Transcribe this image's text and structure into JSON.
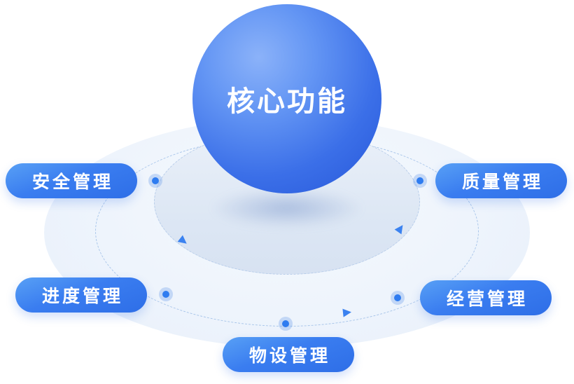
{
  "diagram": {
    "type": "hub-orbit",
    "center": {
      "label": "核心功能"
    },
    "nodes": [
      {
        "id": "safety",
        "label": "安全管理",
        "position": "upper-left"
      },
      {
        "id": "quality",
        "label": "质量管理",
        "position": "upper-right"
      },
      {
        "id": "progress",
        "label": "进度管理",
        "position": "lower-left"
      },
      {
        "id": "operations",
        "label": "经营管理",
        "position": "lower-right"
      },
      {
        "id": "materials",
        "label": "物设管理",
        "position": "bottom-center"
      }
    ],
    "colors": {
      "sphere_highlight": "#8bb2f9",
      "sphere_deep": "#2657d9",
      "pill_start": "#58a0f5",
      "pill_end": "#2e6ee7",
      "orbit_dash": "#a9c6ea",
      "dot": "#2f7cf0",
      "platform_light": "#f6f9fe",
      "platform_dark": "#e7effa",
      "text_on_blue": "#ffffff"
    }
  }
}
